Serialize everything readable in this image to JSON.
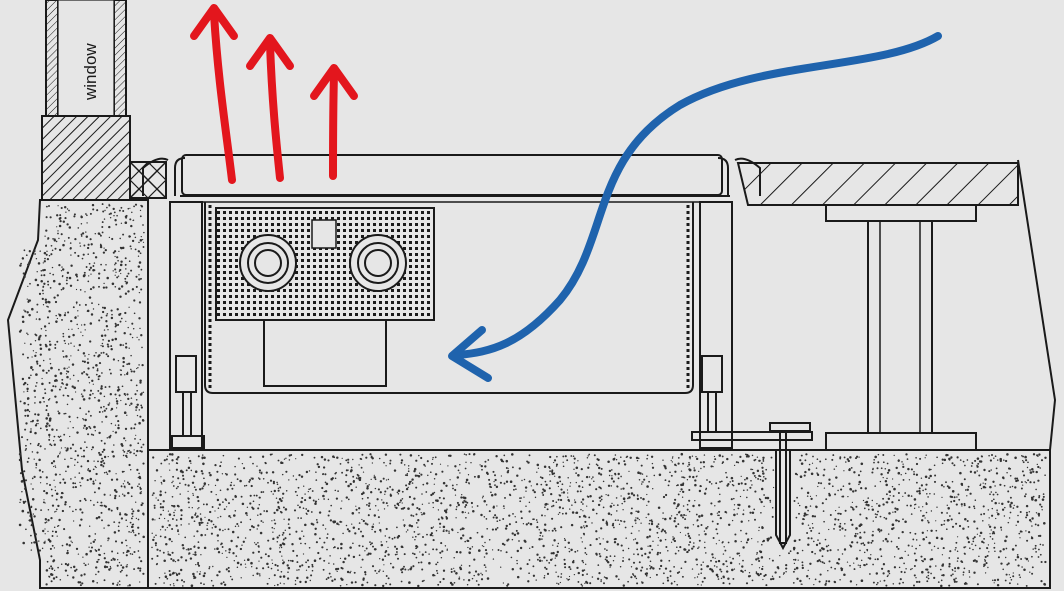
{
  "labels": {
    "window": "window"
  },
  "colors": {
    "background": "#e6e6e6",
    "line": "#1a1a1a",
    "warm_air": "#e3161d",
    "cool_air": "#1f63ad",
    "concrete": "#e6e6e6",
    "speckle": "#333333"
  },
  "arrows": {
    "warm_air_count": 3,
    "cool_air_count": 1
  }
}
